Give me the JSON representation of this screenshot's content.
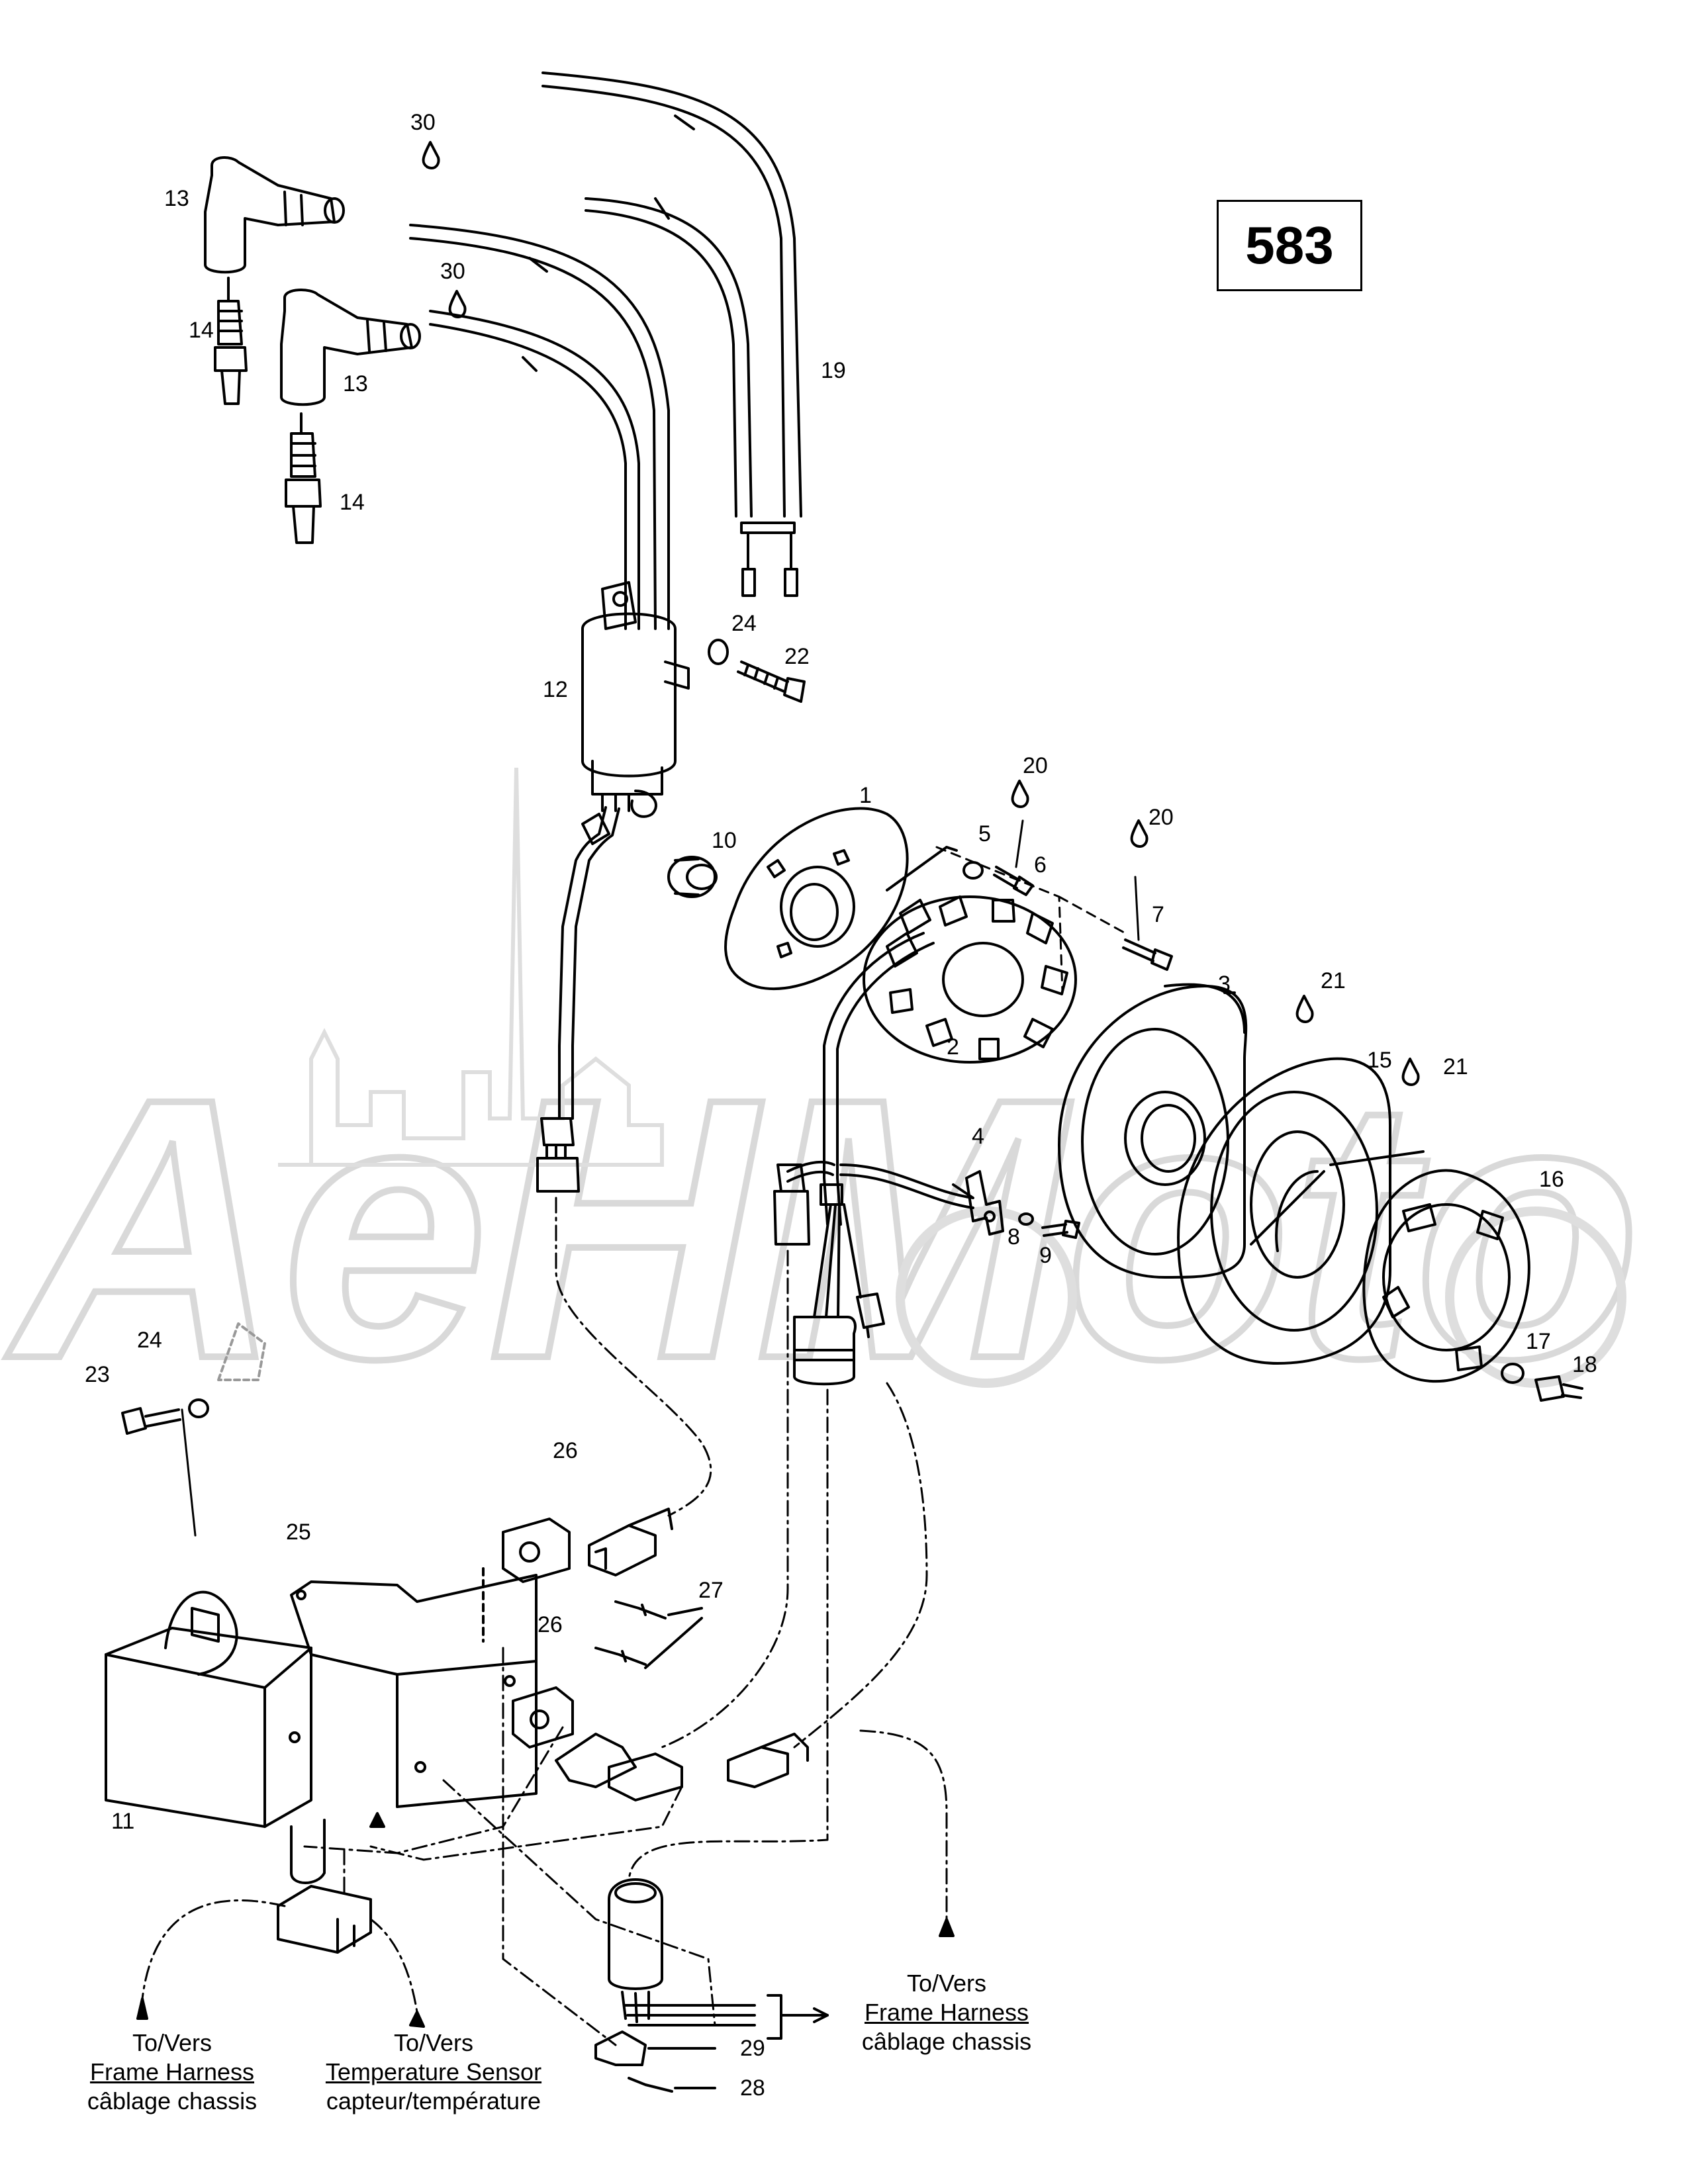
{
  "page_number": "583",
  "watermark": "AeHMoto",
  "callouts": {
    "c1": "1",
    "c2": "2",
    "c3": "3",
    "c4": "4",
    "c5": "5",
    "c6": "6",
    "c7": "7",
    "c8": "8",
    "c9": "9",
    "c10": "10",
    "c11": "11",
    "c12": "12",
    "c13a": "13",
    "c13b": "13",
    "c14a": "14",
    "c14b": "14",
    "c15": "15",
    "c16": "16",
    "c17": "17",
    "c18": "18",
    "c19": "19",
    "c20a": "20",
    "c20b": "20",
    "c21a": "21",
    "c21b": "21",
    "c22": "22",
    "c23": "23",
    "c24a": "24",
    "c24b": "24",
    "c25": "25",
    "c26a": "26",
    "c26b": "26",
    "c27": "27",
    "c28": "28",
    "c29": "29",
    "c30a": "30",
    "c30b": "30"
  },
  "destinations": {
    "frame_left": {
      "to": "To/Vers",
      "name": "Frame Harness",
      "fr": "câblage chassis"
    },
    "temp_sensor": {
      "to": "To/Vers",
      "name": "Temperature Sensor",
      "fr": "capteur/température"
    },
    "frame_right": {
      "to": "To/Vers",
      "name": "Frame Harness",
      "fr": "câblage chassis"
    }
  },
  "colors": {
    "line": "#000000",
    "watermark": "#d9d9d9"
  }
}
